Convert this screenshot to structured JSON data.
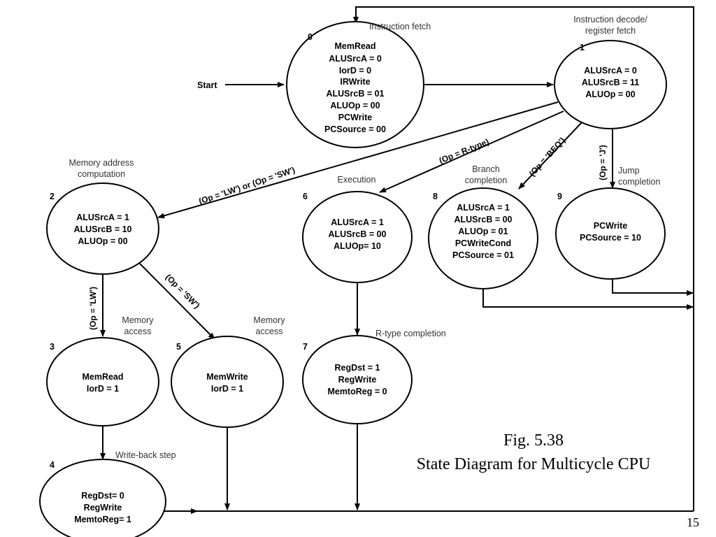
{
  "start_label": "Start",
  "states": [
    {
      "id": "0",
      "number": "0",
      "phase": [
        "Instruction fetch"
      ],
      "lines": [
        "MemRead",
        "ALUSrcA = 0",
        "IorD = 0",
        "IRWrite",
        "ALUSrcB = 01",
        "ALUOp = 00",
        "PCWrite",
        "PCSource = 00"
      ]
    },
    {
      "id": "1",
      "number": "1",
      "phase": [
        "Instruction decode/",
        "register fetch"
      ],
      "lines": [
        "ALUSrcA = 0",
        "ALUSrcB = 11",
        "ALUOp = 00"
      ]
    },
    {
      "id": "2",
      "number": "2",
      "phase": [
        "Memory address",
        "computation"
      ],
      "lines": [
        "ALUSrcA = 1",
        "ALUSrcB = 10",
        "ALUOp = 00"
      ]
    },
    {
      "id": "6",
      "number": "6",
      "phase": [
        "Execution"
      ],
      "lines": [
        "ALUSrcA = 1",
        "ALUSrcB = 00",
        "ALUOp= 10"
      ]
    },
    {
      "id": "8",
      "number": "8",
      "phase": [
        "Branch",
        "completion"
      ],
      "lines": [
        "ALUSrcA = 1",
        "ALUSrcB = 00",
        "ALUOp = 01",
        "PCWriteCond",
        "PCSource = 01"
      ]
    },
    {
      "id": "9",
      "number": "9",
      "phase": [
        "Jump",
        "completion"
      ],
      "lines": [
        "PCWrite",
        "PCSource = 10"
      ]
    },
    {
      "id": "3",
      "number": "3",
      "phase": [
        "Memory",
        "access"
      ],
      "lines": [
        "MemRead",
        "IorD = 1"
      ]
    },
    {
      "id": "5",
      "number": "5",
      "phase": [
        "Memory",
        "access"
      ],
      "lines": [
        "MemWrite",
        "IorD = 1"
      ]
    },
    {
      "id": "7",
      "number": "7",
      "phase": [
        "R-type completion"
      ],
      "lines": [
        "RegDst = 1",
        "RegWrite",
        "MemtoReg = 0"
      ]
    },
    {
      "id": "4",
      "number": "4",
      "phase": [
        "Write-back step"
      ],
      "lines": [
        "RegDst= 0",
        "RegWrite",
        "MemtoReg= 1"
      ]
    }
  ],
  "transitions": {
    "lw_or_sw": "(Op = 'LW') or (Op = 'SW')",
    "r_type": "(Op = R-type)",
    "beq": "(Op = 'BEQ')",
    "jump": "(Op = 'J')",
    "lw": "(Op = 'LW')",
    "sw": "(Op = 'SW')"
  },
  "caption": {
    "line1": "Fig. 5.38",
    "line2": "State Diagram for Multicycle CPU"
  },
  "page_number": "15"
}
